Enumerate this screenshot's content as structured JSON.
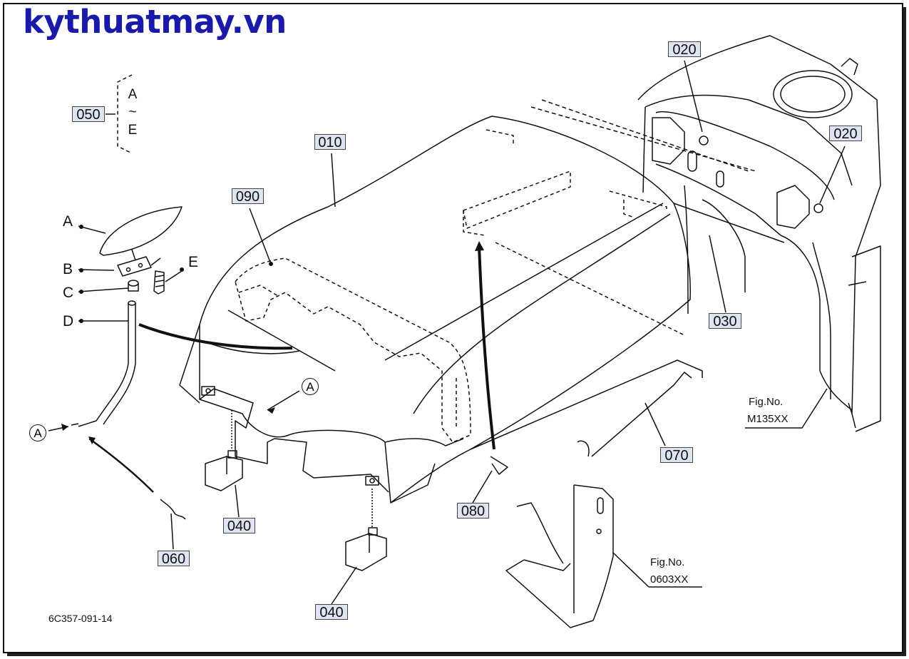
{
  "brand": {
    "text": "kythuatmay.vn",
    "color": "#1a1aa8"
  },
  "parts": {
    "p010": "010",
    "p020a": "020",
    "p020b": "020",
    "p030": "030",
    "p040a": "040",
    "p040b": "040",
    "p050": "050",
    "p060": "060",
    "p070": "070",
    "p080": "080",
    "p090": "090"
  },
  "detail": {
    "A": "A",
    "B": "B",
    "C": "C",
    "D": "D",
    "E": "E",
    "range_from": "A",
    "range_sep": "~",
    "range_to": "E"
  },
  "refs": {
    "circle_a_left": "A",
    "circle_a_center": "A"
  },
  "fig_refs": {
    "fig1_title": "Fig.No.",
    "fig1_num": "M135XX",
    "fig2_title": "Fig.No.",
    "fig2_num": "0603XX"
  },
  "drawing_code": "6C357-091-14",
  "colors": {
    "callout_bg": "#dfe4f2",
    "line": "#111111"
  }
}
